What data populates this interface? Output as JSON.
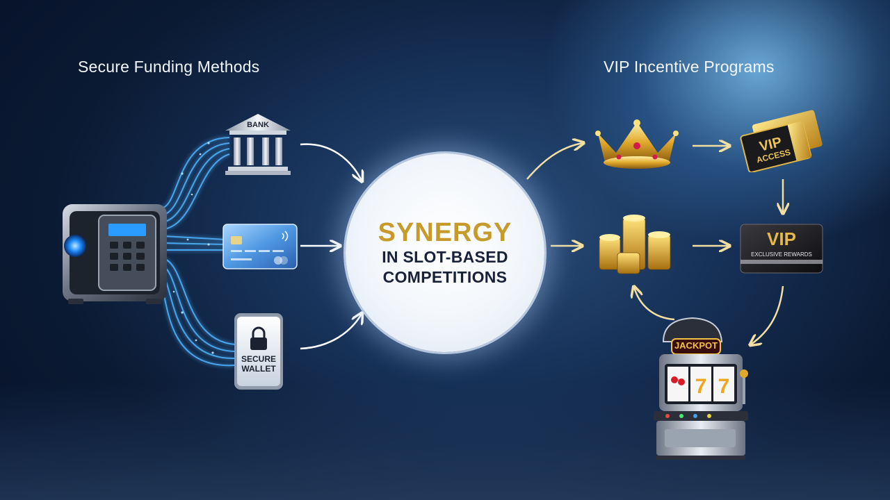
{
  "diagram": {
    "left_title": "Secure Funding Methods",
    "right_title": "VIP Incentive Programs",
    "center": {
      "title": "SYNERGY",
      "line1": "IN SLOT-BASED",
      "line2": "COMPETITIONS"
    },
    "funding_methods": {
      "bank_label": "BANK",
      "wallet_line1": "SECURE",
      "wallet_line2": "WALLET"
    },
    "vip": {
      "ticket_line1": "VIP",
      "ticket_line2": "ACCESS",
      "card_title": "VIP",
      "card_subtitle": "EXCLUSIVE REWARDS",
      "slot_sign": "JACKPOT"
    }
  },
  "colors": {
    "gold": "#c79a2c",
    "arrow": "#f3dfa4",
    "wire": "#4fb4ff",
    "background": "#0b1a33"
  }
}
